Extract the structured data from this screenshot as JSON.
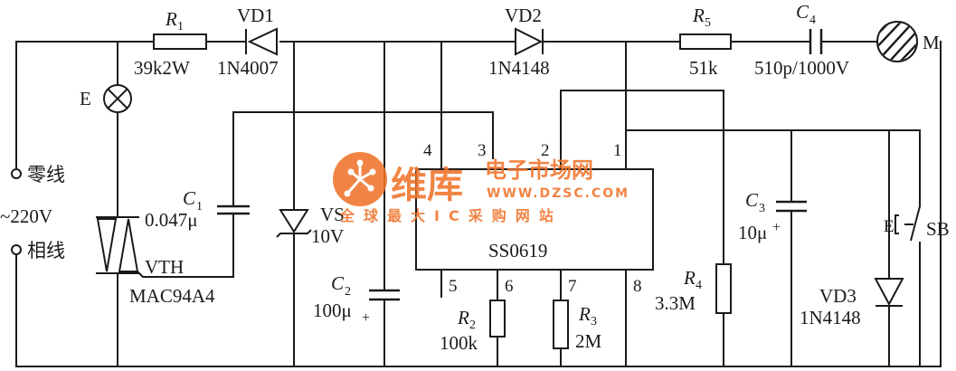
{
  "labels": {
    "R1": {
      "sym": "R",
      "sub": "1",
      "value": "39k2W"
    },
    "VD1": {
      "name": "VD1",
      "value": "1N4007"
    },
    "VD2": {
      "name": "VD2",
      "value": "1N4148"
    },
    "R5": {
      "sym": "R",
      "sub": "5",
      "value": "51k"
    },
    "C4": {
      "sym": "C",
      "sub": "4",
      "value": "510p/1000V"
    },
    "M": "M",
    "E": "E",
    "neutral": "零线",
    "voltage": "~220V",
    "phase": "相线",
    "C1": {
      "sym": "C",
      "sub": "1",
      "value": "0.047μ"
    },
    "VS": {
      "name": "VS",
      "value": "10V"
    },
    "VTH": {
      "name": "VTH",
      "value": "MAC94A4"
    },
    "C2": {
      "sym": "C",
      "sub": "2",
      "value": "100μ",
      "polarity": "+"
    },
    "IC": "SS0619",
    "pins": [
      "1",
      "2",
      "3",
      "4",
      "5",
      "6",
      "7",
      "8"
    ],
    "R2": {
      "sym": "R",
      "sub": "2",
      "value": "100k"
    },
    "R3": {
      "sym": "R",
      "sub": "3",
      "value": "2M"
    },
    "R4": {
      "sym": "R",
      "sub": "4",
      "value": "3.3M"
    },
    "C3": {
      "sym": "C",
      "sub": "3",
      "value": "10μ",
      "polarity": "+"
    },
    "VD3": {
      "name": "VD3",
      "value": "1N4148"
    },
    "SB": {
      "name": "SB",
      "mark": "E"
    }
  },
  "watermark": {
    "brand": "维库",
    "tagline": "电子市场网",
    "url": "WWW.DZSC.COM",
    "slogan": "全球最大IC采购网站",
    "color": "#f0742b"
  },
  "colors": {
    "ink": "#1a1a1a",
    "motor_fill": "#444444"
  }
}
